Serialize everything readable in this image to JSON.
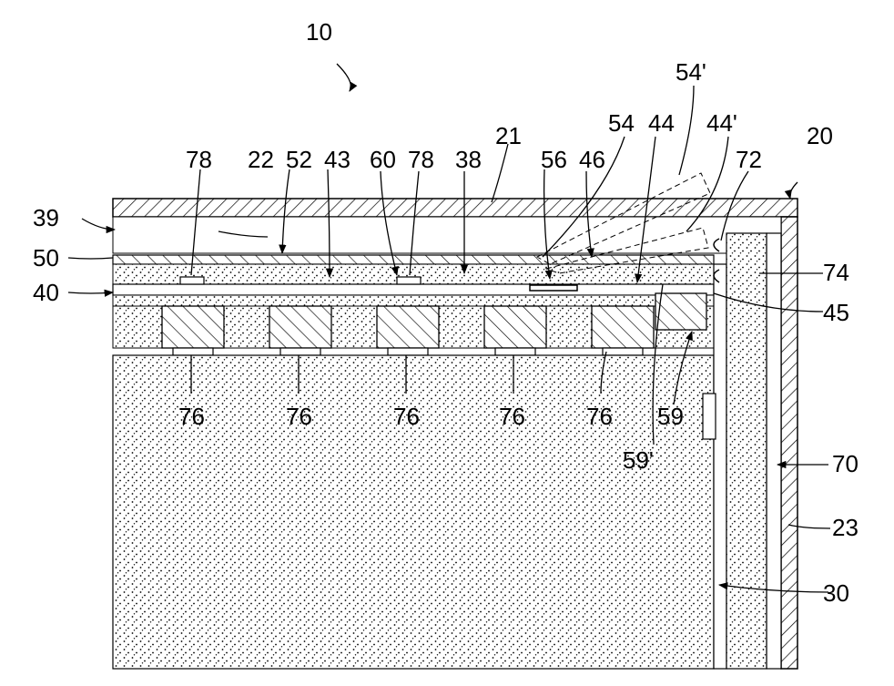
{
  "figure": {
    "number": "10",
    "labels": {
      "l20": "20",
      "l21": "21",
      "l22": "22",
      "l23": "23",
      "l30": "30",
      "l38": "38",
      "l39": "39",
      "l40": "40",
      "l43": "43",
      "l44": "44",
      "l44p": "44'",
      "l45": "45",
      "l46": "46",
      "l50": "50",
      "l52": "52",
      "l54": "54",
      "l54p": "54'",
      "l56": "56",
      "l59": "59",
      "l59p": "59'",
      "l60": "60",
      "l70": "70",
      "l72": "72",
      "l74": "74",
      "l76": "76",
      "l78": "78"
    }
  },
  "colors": {
    "ink": "#000000",
    "paper": "#ffffff"
  }
}
